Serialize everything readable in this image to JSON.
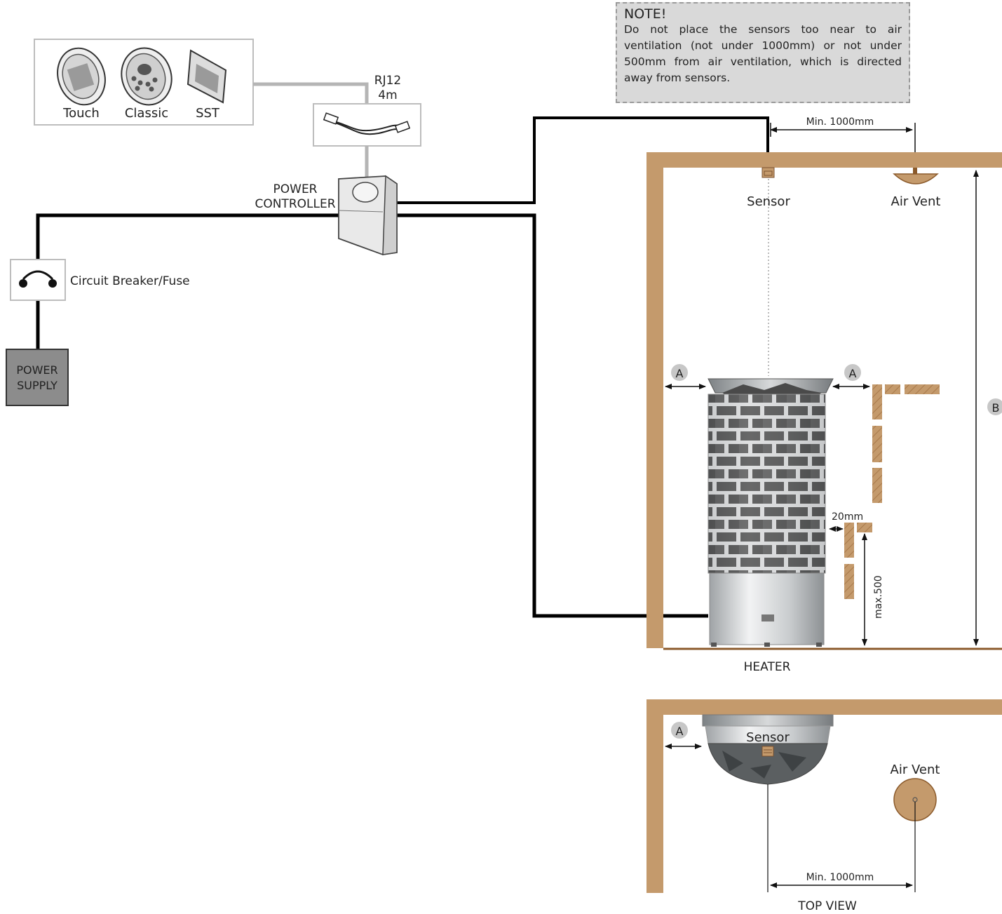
{
  "controls": [
    {
      "label": "Touch"
    },
    {
      "label": "Classic"
    },
    {
      "label": "SST"
    }
  ],
  "cable": {
    "line1": "RJ12",
    "line2": "4m"
  },
  "power_controller": {
    "line1": "POWER",
    "line2": "CONTROLLER"
  },
  "breaker": {
    "label": "Circuit Breaker/Fuse"
  },
  "power_supply": {
    "line1": "POWER",
    "line2": "SUPPLY"
  },
  "note": {
    "title": "NOTE!",
    "text": "Do not place the sensors too near to air ventilation (not under 1000mm) or not under 500mm from air ventilation, which is directed away from sensors."
  },
  "side_view": {
    "min_distance": "Min. 1000mm",
    "sensor": "Sensor",
    "air_vent": "Air Vent",
    "marker_a": "A",
    "marker_b": "B",
    "gap": "20mm",
    "max_height": "max.500",
    "heater": "HEATER"
  },
  "top_view": {
    "marker_a": "A",
    "sensor": "Sensor",
    "air_vent": "Air Vent",
    "min_distance": "Min. 1000mm",
    "caption": "TOP VIEW"
  },
  "colors": {
    "wood": "#c49a6c",
    "wood_dark": "#a0764a",
    "cable_black": "#000000",
    "cable_grey": "#b5b5b5",
    "supply_box": "#8c8c8c",
    "note_bg": "#d9d9d9"
  }
}
